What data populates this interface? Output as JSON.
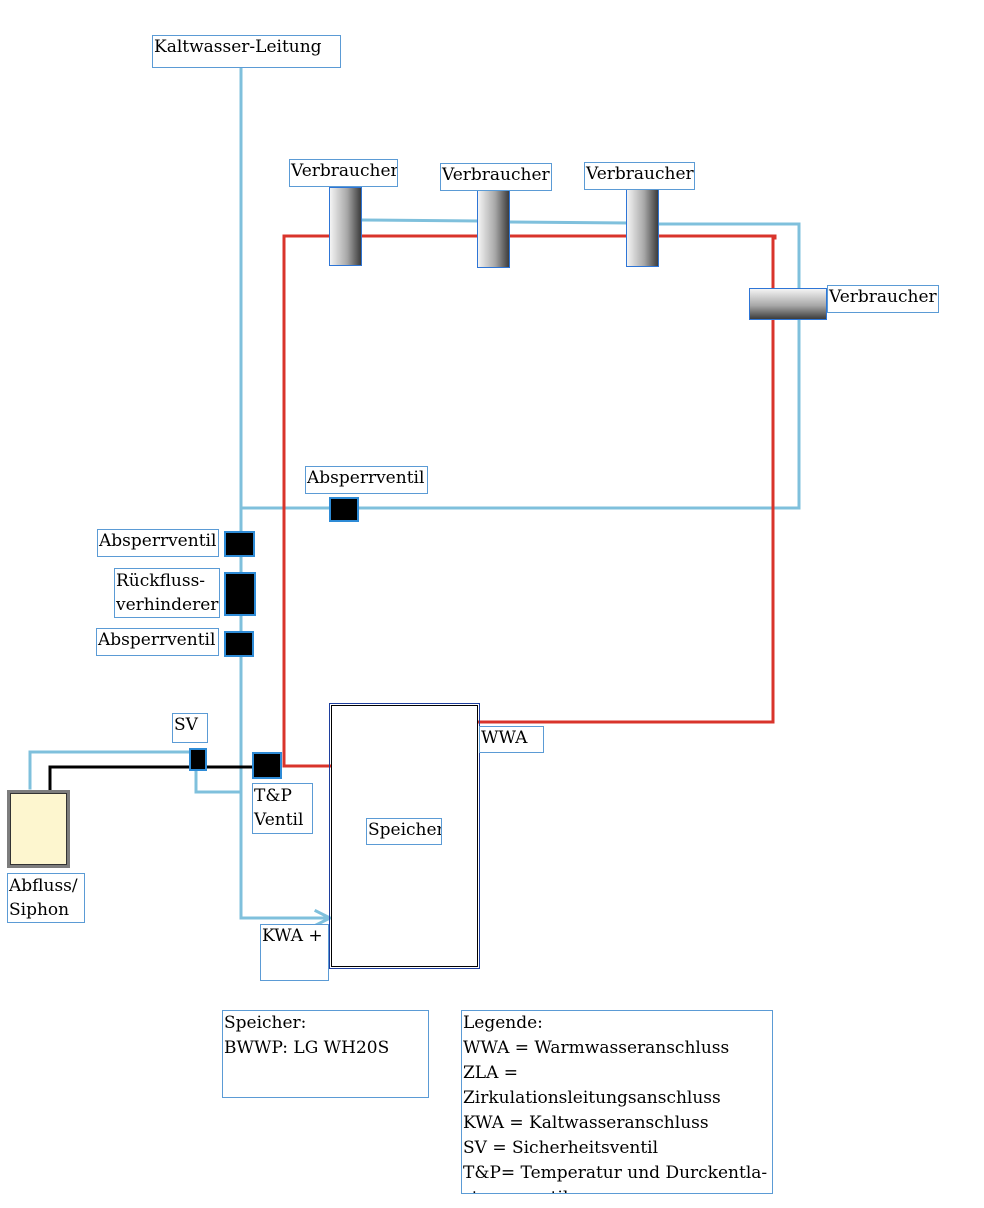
{
  "labels": {
    "cold_water_line": "Kaltwasser-Leitung",
    "consumer_1": "Verbraucher",
    "consumer_2": "Verbraucher",
    "consumer_3": "Verbraucher",
    "consumer_4": "Verbraucher",
    "shutoff_valve_return": "Absperrventil",
    "shutoff_valve_upper": "Absperrventil",
    "backflow_preventer_line1": "Rückfluss-",
    "backflow_preventer_line2": "verhinderer",
    "shutoff_valve_lower": "Absperrventil",
    "safety_valve": "SV",
    "tp_valve_line1": "T&P",
    "tp_valve_line2": "Ventil",
    "drain_line1": "Abfluss/",
    "drain_line2": "Siphon",
    "kwa": "KWA +",
    "wwa": "WWA",
    "tank": "Speicher"
  },
  "info": {
    "title": "Speicher:",
    "model": "BWWP: LG WH20S"
  },
  "legend": {
    "title": "Legende:",
    "items": [
      "WWA = Warmwasseranschluss",
      "ZLA = Zirkulationsleitungsanschluss",
      "KWA = Kaltwasseranschluss",
      "SV = Sicherheitsventil",
      "T&P= Temperatur und Durckentla-",
      "stungsventil"
    ]
  },
  "colors": {
    "cold_water_pipe": "#7fc0dc",
    "hot_water_pipe": "#d9342b",
    "drain_pipe": "#000000",
    "label_border": "#5b9bd5",
    "valve_fill": "#000000",
    "valve_border": "#2e8bd6",
    "drain_fill": "#fdf6cf"
  }
}
